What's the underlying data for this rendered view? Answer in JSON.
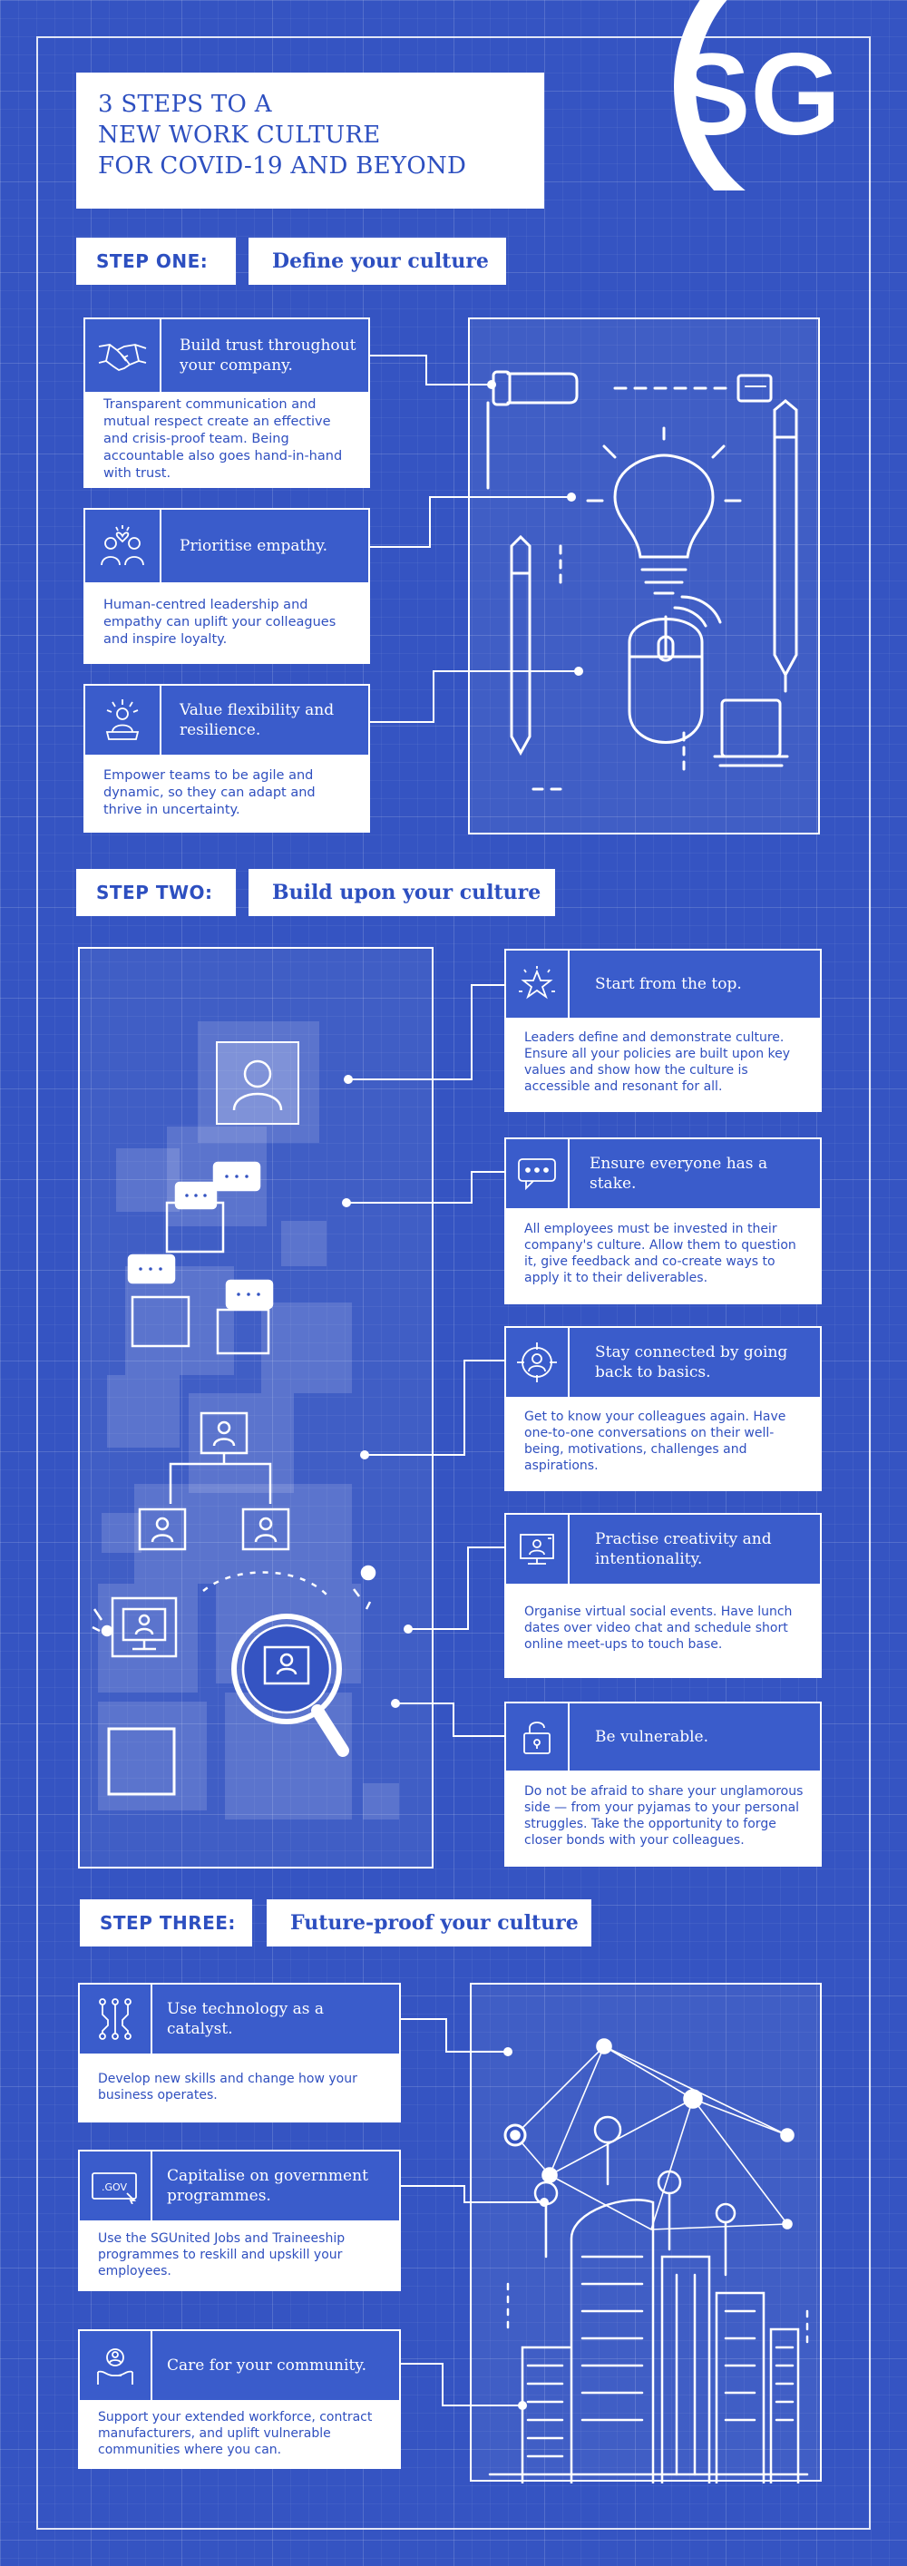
{
  "title": {
    "line1": "3 STEPS TO A",
    "line2": "NEW WORK CULTURE",
    "line3": "FOR COVID-19 AND BEYOND"
  },
  "logo": {
    "text": "SG"
  },
  "step1": {
    "label": "STEP ONE:",
    "name": "Define your culture",
    "cards": [
      {
        "icon": "handshake-icon",
        "title": "Build trust throughout your company.",
        "body": "Transparent communication and mutual respect create an effective and crisis-proof team. Being accountable also goes hand-in-hand with trust."
      },
      {
        "icon": "empathy-people-icon",
        "title": "Prioritise empathy.",
        "body": "Human-centred leadership and empathy can uplift your colleagues and inspire loyalty."
      },
      {
        "icon": "flexibility-person-icon",
        "title": "Value flexibility and resilience.",
        "body": "Empower teams to be agile and dynamic, so they can adapt and thrive in uncertainty."
      }
    ]
  },
  "step2": {
    "label": "STEP TWO:",
    "name": "Build upon your culture",
    "cards": [
      {
        "icon": "star-icon",
        "title": "Start from the top.",
        "body": "Leaders define and demonstrate culture. Ensure all your policies are built upon key values and show how the culture is accessible and resonant for all."
      },
      {
        "icon": "chat-bubble-icon",
        "title": "Ensure everyone has a stake.",
        "body": "All employees must be invested in their company's culture. Allow them to question it, give feedback and co-create ways to apply it to their deliverables."
      },
      {
        "icon": "target-person-icon",
        "title": "Stay connected by going back to basics.",
        "body": "Get to know your colleagues again. Have one-to-one conversations on their well-being, motivations, challenges and aspirations."
      },
      {
        "icon": "video-call-icon",
        "title": "Practise creativity and intentionality.",
        "body": "Organise virtual social events. Have lunch dates over video chat and schedule short online meet-ups to touch base."
      },
      {
        "icon": "padlock-icon",
        "title": "Be vulnerable.",
        "body": "Do not be afraid to share your unglamorous side — from your pyjamas to your personal struggles. Take the opportunity to forge closer bonds with your colleagues."
      }
    ]
  },
  "step3": {
    "label": "STEP THREE:",
    "name": "Future-proof your culture",
    "cards": [
      {
        "icon": "circuit-icon",
        "title": "Use technology as a catalyst.",
        "body": "Develop new skills and change how your business operates."
      },
      {
        "icon": "gov-icon",
        "icon_text": ".GOV",
        "title": "Capitalise on government programmes.",
        "body": "Use the SGUnited Jobs and Traineeship programmes to reskill and upskill your employees."
      },
      {
        "icon": "community-care-icon",
        "title": "Care for your community.",
        "body": "Support your extended workforce, contract manufacturers, and uplift vulnerable communities where you can."
      }
    ]
  }
}
